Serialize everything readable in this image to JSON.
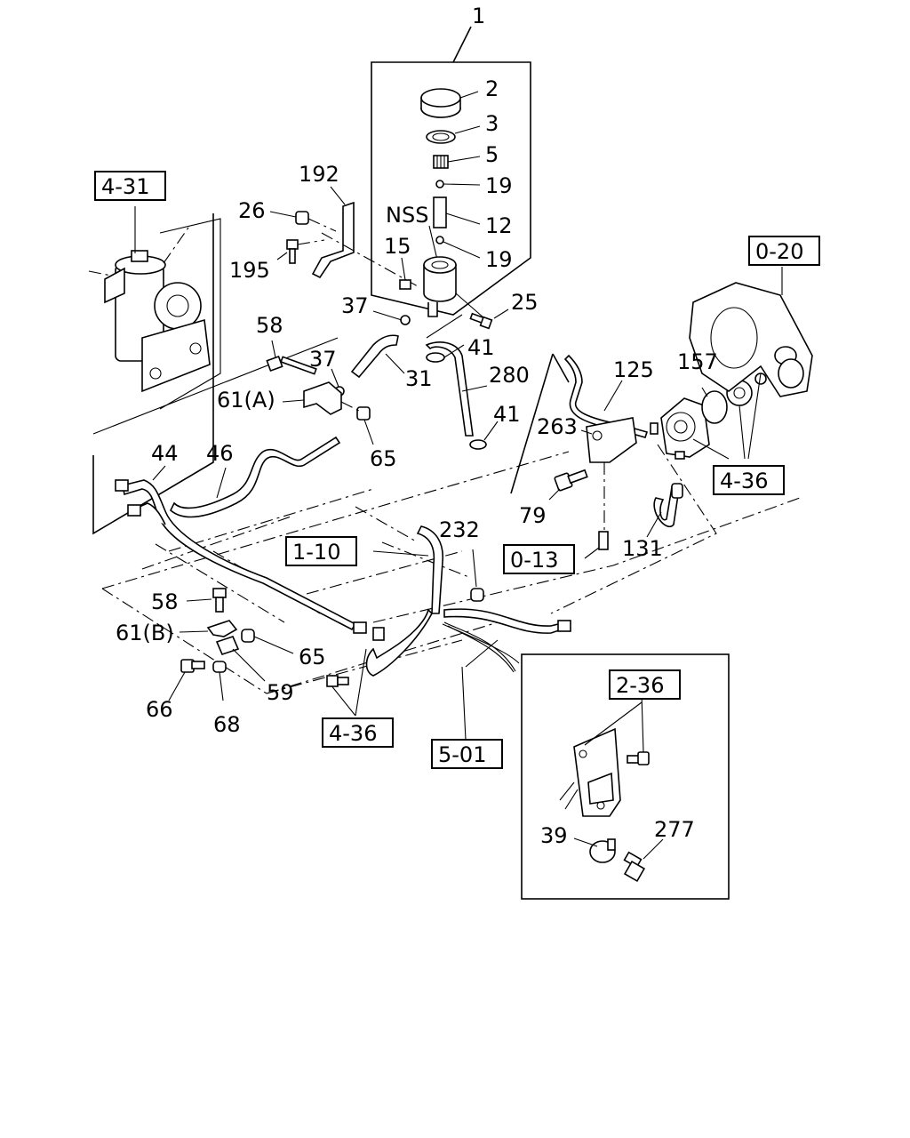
{
  "diagram": {
    "callouts": {
      "c1": "1",
      "c2": "2",
      "c3": "3",
      "c5": "5",
      "c19a": "19",
      "c12": "12",
      "c19b": "19",
      "nss": "NSS",
      "c192": "192",
      "c26": "26",
      "c195": "195",
      "c15": "15",
      "c25": "25",
      "c37a": "37",
      "c37b": "37",
      "c58a": "58",
      "c31": "31",
      "c41a": "41",
      "c280": "280",
      "c41b": "41",
      "c61a": "61(A)",
      "c65a": "65",
      "c125": "125",
      "c157": "157",
      "c263": "263",
      "c44": "44",
      "c46": "46",
      "c79": "79",
      "c131": "131",
      "c232": "232",
      "c58b": "58",
      "c61b": "61(B)",
      "c65b": "65",
      "c59": "59",
      "c66": "66",
      "c68": "68",
      "c39": "39",
      "c277": "277"
    },
    "refs": {
      "r431": "4-31",
      "r020": "0-20",
      "r436a": "4-36",
      "r110": "1-10",
      "r013": "0-13",
      "r436b": "4-36",
      "r501": "5-01",
      "r236": "2-36"
    }
  }
}
